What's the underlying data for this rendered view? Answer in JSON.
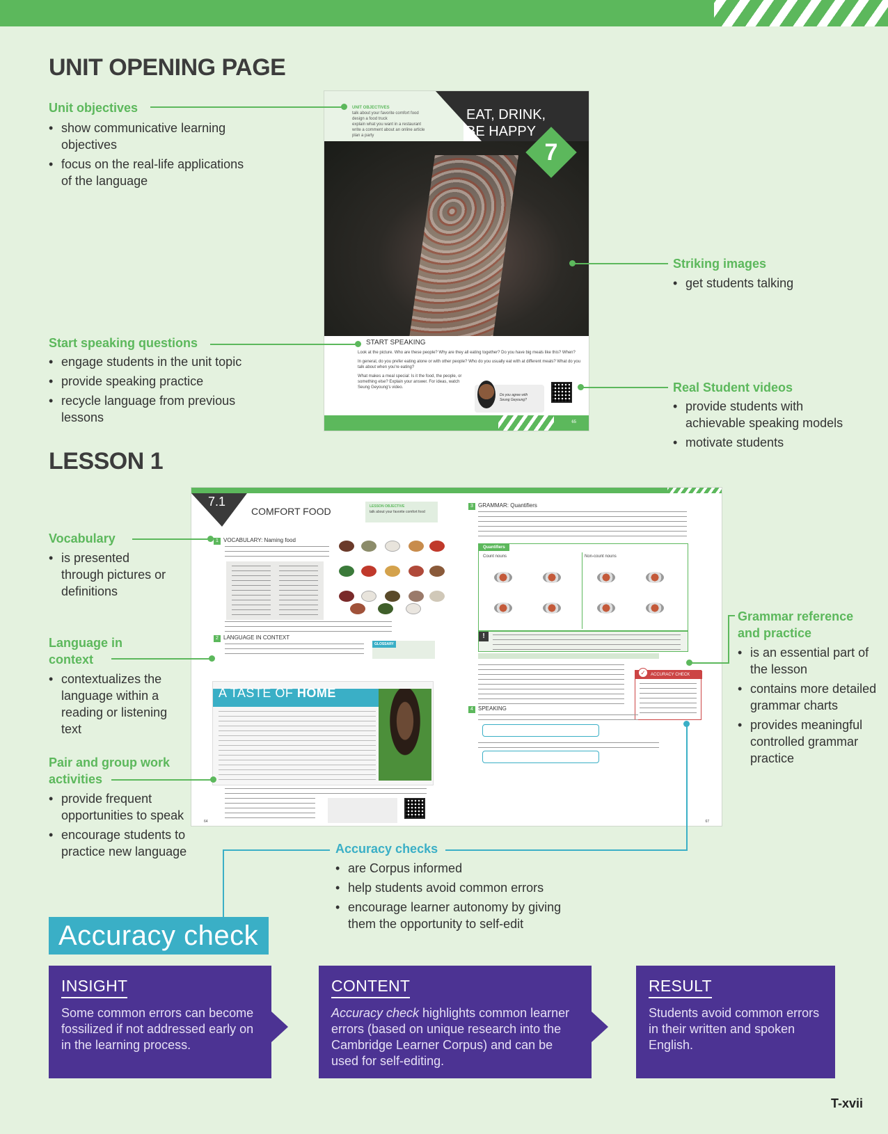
{
  "headings": {
    "unit_opening": "UNIT OPENING PAGE",
    "lesson": "LESSON 1"
  },
  "annotations": {
    "unit_objectives": {
      "title": "Unit objectives",
      "bullets": [
        "show communicative learning objectives",
        "focus on the real-life applications of the language"
      ]
    },
    "striking_images": {
      "title": "Striking images",
      "bullets": [
        "get students talking"
      ]
    },
    "start_speaking": {
      "title": "Start speaking questions",
      "bullets": [
        "engage students in the unit topic",
        "provide speaking practice",
        "recycle language from previous lessons"
      ]
    },
    "real_student": {
      "title": "Real Student videos",
      "bullets": [
        "provide students with achievable speaking models",
        "motivate students"
      ]
    },
    "vocabulary": {
      "title": "Vocabulary",
      "bullets": [
        "is presented through pictures or definitions"
      ]
    },
    "language_context": {
      "title": "Language in context",
      "bullets": [
        "contextualizes the language within a reading or listening text"
      ]
    },
    "pair_group": {
      "title": "Pair and group work activities",
      "bullets": [
        "provide frequent opportunities to speak",
        "encourage students to practice new language"
      ]
    },
    "grammar_ref": {
      "title": "Grammar reference and practice",
      "bullets": [
        "is an essential part of the lesson",
        "contains more detailed grammar charts",
        "provides meaningful controlled grammar practice"
      ]
    },
    "accuracy_checks": {
      "title": "Accuracy checks",
      "bullets": [
        "are Corpus informed",
        "help students avoid common errors",
        "encourage learner autonomy by giving them the opportunity to self-edit"
      ]
    }
  },
  "unit_page": {
    "objectives_heading": "UNIT OBJECTIVES",
    "objectives": [
      "talk about your favorite comfort food",
      "design a food truck",
      "explain what you want in a restaurant",
      "write a comment about an online article",
      "plan a party"
    ],
    "title": "EAT, DRINK, BE HAPPY",
    "number": "7",
    "start_speaking_heading": "START SPEAKING",
    "questions": [
      "Look at the picture. Who are these people? Why are they all eating together? Do you have big meals like this? When?",
      "In general, do you prefer eating alone or with other people? Who do you usually eat with at different meals? What do you talk about when you're eating?",
      "What makes a meal special: Is it the food, the people, or something else? Explain your answer. For ideas, watch Seung Geyoung's video."
    ],
    "video_prompt": "Do you agree with Seung Geyoung?",
    "page_number": "65"
  },
  "lesson_page": {
    "number": "7.1",
    "title": "COMFORT FOOD",
    "objective_heading": "LESSON OBJECTIVE",
    "objective": "talk about your favorite comfort food",
    "vocab_heading": "VOCABULARY: Naming food",
    "context_heading": "LANGUAGE IN CONTEXT",
    "glossary": "GLOSSARY",
    "article_title_a": "A TASTE OF ",
    "article_title_b": "HOME",
    "grammar_heading": "GRAMMAR: Quantifiers",
    "quantifiers": "Quantifiers",
    "count_nouns": "Count nouns",
    "noncount_nouns": "Non-count nouns",
    "speaking_heading": "SPEAKING",
    "accuracy_mini": "ACCURACY CHECK",
    "left_page": "64",
    "right_page": "67"
  },
  "accuracy_banner": "Accuracy check",
  "process": [
    {
      "title": "INSIGHT",
      "text": "Some common errors can become fossilized if not addressed early on in the learning process."
    },
    {
      "title": "CONTENT",
      "text_italic": "Accuracy check",
      "text": " highlights common learner errors (based on unique research into the Cambridge Learner Corpus) and can be used for self-editing."
    },
    {
      "title": "RESULT",
      "text": "Students avoid common errors in their written and spoken English."
    }
  ],
  "page_label": "T-xvii"
}
